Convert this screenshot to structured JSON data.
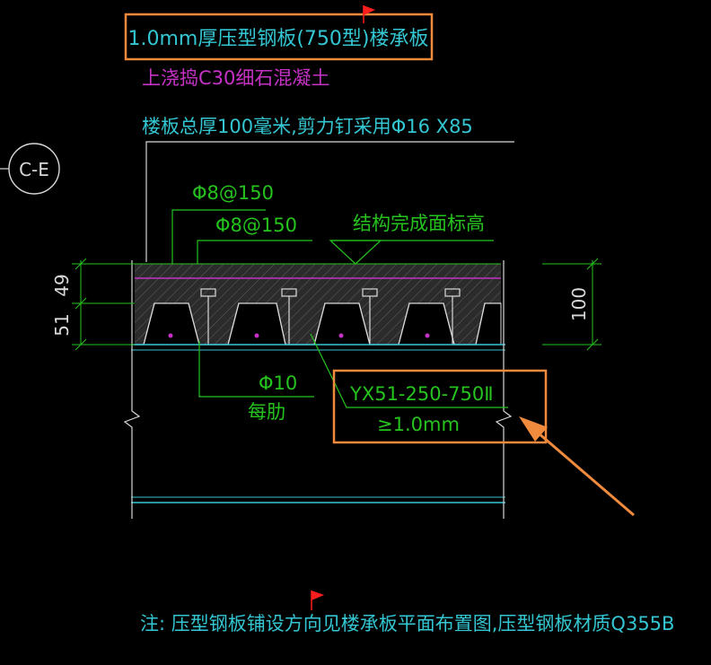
{
  "colors": {
    "background": "#000000",
    "cyan_text": "#34c6d2",
    "magenta_text": "#c532c5",
    "green": "#26c31e",
    "white": "#d9d9d9",
    "orange_highlight": "#f08a3c",
    "red_flag": "#ff1e1e",
    "concrete_fill": "#3a3a3a"
  },
  "texts": {
    "title_deck": "1.0mm厚压型钢板(750型)楼承板",
    "concrete_note": "上浇捣C30细石混凝土",
    "thickness_note": "楼板总厚100毫米,剪力钉采用Φ16 X85",
    "axis_bubble": "C-E",
    "rebar_top_1": "Φ8@150",
    "rebar_top_2": "Φ8@150",
    "finish_elevation": "结构完成面标高",
    "dim_49": "49",
    "dim_51": "51",
    "dim_100": "100",
    "rebar_rib": "Φ10",
    "rebar_rib_each": "每肋",
    "deck_model": "YX51-250-750Ⅱ",
    "deck_thickness": "≥1.0mm",
    "footnote": "注: 压型钢板铺设方向见楼承板平面布置图,压型钢板材质Q355B"
  },
  "icons": {
    "flag_top": "red-flag-icon",
    "flag_bottom": "red-flag-icon",
    "arrow": "orange-arrow-icon"
  }
}
